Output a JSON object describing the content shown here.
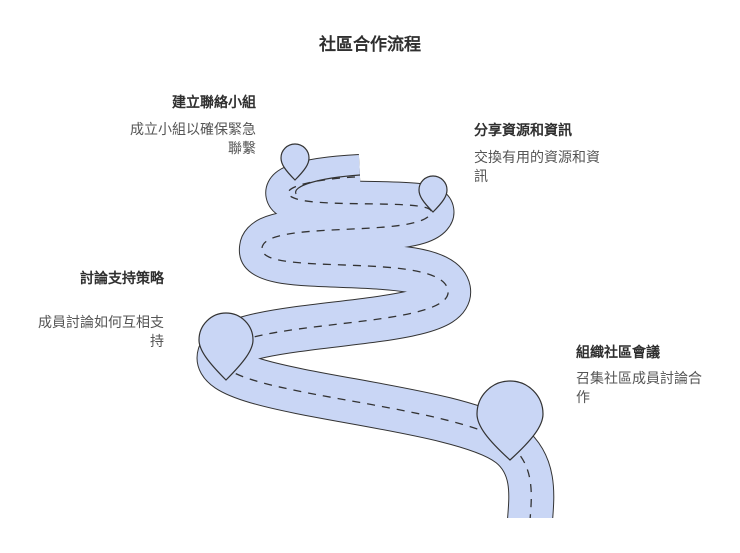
{
  "title": "社區合作流程",
  "steps": [
    {
      "heading": "建立聯絡小組",
      "desc_line1": "成立小組以確保緊急",
      "desc_line2": "聯繫"
    },
    {
      "heading": "分享資源和資訊",
      "desc_line1": "交換有用的資源和資",
      "desc_line2": "訊"
    },
    {
      "heading": "討論支持策略",
      "desc_line1": "成員討論如何互相支",
      "desc_line2": "持"
    },
    {
      "heading": "組織社區會議",
      "desc_line1": "召集社區成員討論合",
      "desc_line2": "作"
    }
  ],
  "colors": {
    "road_fill": "#c9d6f5",
    "road_stroke": "#333333",
    "pin_fill": "#c9d6f5"
  }
}
